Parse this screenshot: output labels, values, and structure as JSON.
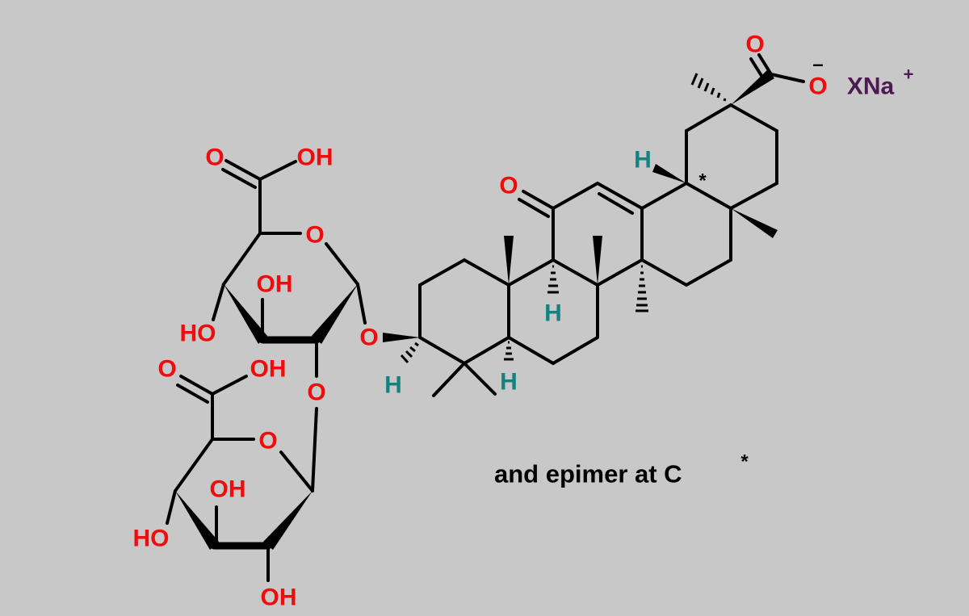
{
  "diagram": {
    "type": "chemical-structure",
    "colors": {
      "background": "#c9c8c9",
      "oxygen": "#ee0c0c",
      "hydrogen": "#158282",
      "counterion": "#4e1a52",
      "bond": "#000000"
    },
    "labels": {
      "s1_carbonyl_o": "O",
      "s1_acid_oh": "OH",
      "s1_ring_o": "O",
      "s1_c3_oh": "OH",
      "s1_c4_ho": "HO",
      "glyco_o": "O",
      "link_o": "O",
      "s2_carbonyl_o": "O",
      "s2_acid_oh": "OH",
      "s2_ring_o": "O",
      "s2_c3_oh": "OH",
      "s2_c4_ho": "HO",
      "s2_c2_oh": "OH",
      "c3_h": "H",
      "c5_h": "H",
      "c9_h": "H",
      "c18_h": "H",
      "c11_o": "O",
      "carboxylate_o_double": "O",
      "carboxylate_o_minus": "O",
      "minus": "–",
      "counterion": "XNa",
      "counterion_charge": "+",
      "asterisk": "*"
    },
    "caption": {
      "text": "and epimer at C",
      "superscript": "*"
    }
  }
}
